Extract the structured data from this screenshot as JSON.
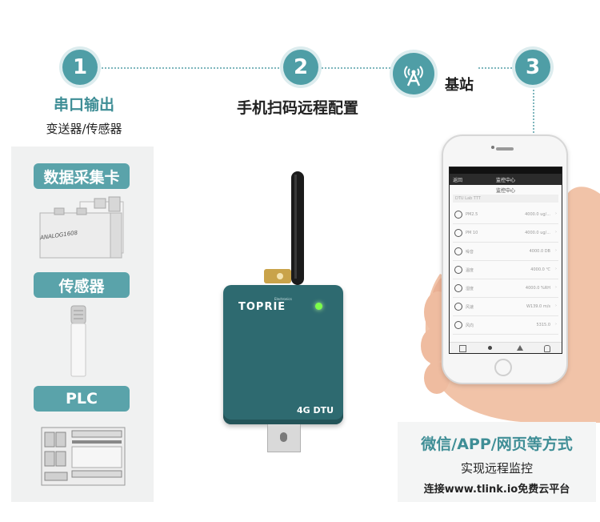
{
  "steps": {
    "s1": "1",
    "s2": "2",
    "s3": "3",
    "base_station": "基站"
  },
  "left": {
    "title": "串口输出",
    "subtitle": "变送器/传感器",
    "pill_card": "数据采集卡",
    "pill_sensor": "传感器",
    "pill_plc": "PLC",
    "card_text": "ANALOG1608"
  },
  "center": {
    "scan_text": "手机扫码远程配置",
    "brand": "TOPRIE",
    "brand_sub": "Electronics",
    "model": "4G DTU"
  },
  "phone": {
    "back": "返回",
    "nav_title": "监控中心",
    "section_title": "监控中心",
    "device": "DTU Lab TTT",
    "rows": [
      {
        "name": "PM2.5",
        "value": "4000.0 ug/..."
      },
      {
        "name": "PM 10",
        "value": "4000.0 ug/..."
      },
      {
        "name": "噪音",
        "value": "4000.0 DB"
      },
      {
        "name": "温度",
        "value": "4000.0 ℃"
      },
      {
        "name": "湿度",
        "value": "4000.0 %RH"
      },
      {
        "name": "风速",
        "value": "W139.0 m/s"
      },
      {
        "name": "风向",
        "value": "5315.0"
      }
    ]
  },
  "right": {
    "title": "微信/APP/网页等方式",
    "line2": "实现远程监控",
    "line3": "连接www.tlink.io免费云平台"
  },
  "colors": {
    "teal": "#4f9ea6",
    "dtu": "#2e6a70",
    "led": "#7cff4a"
  }
}
